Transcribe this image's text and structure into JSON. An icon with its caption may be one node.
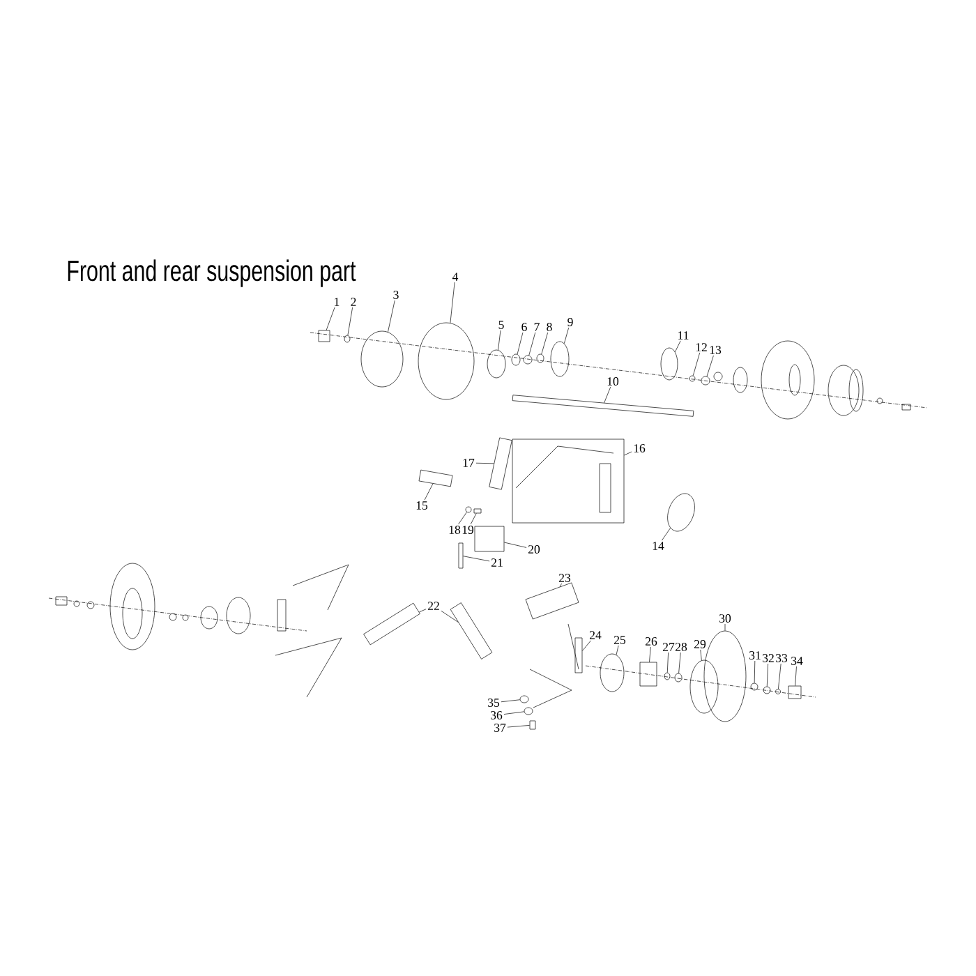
{
  "diagram": {
    "title": "Front and rear suspension part",
    "nodes": [
      {
        "text": [
          "1"
        ]
      },
      {
        "text": [
          "2"
        ]
      },
      {
        "text": [
          "3"
        ]
      },
      {
        "text": [
          "4"
        ]
      },
      {
        "text": [
          "5"
        ]
      },
      {
        "text": [
          "6"
        ]
      },
      {
        "text": [
          "7"
        ]
      },
      {
        "text": [
          "8"
        ]
      },
      {
        "text": [
          "9"
        ]
      },
      {
        "text": [
          "10"
        ]
      },
      {
        "text": [
          "11"
        ]
      },
      {
        "text": [
          "12"
        ]
      },
      {
        "text": [
          "13"
        ]
      },
      {
        "text": [
          "14"
        ]
      },
      {
        "text": [
          "15"
        ]
      },
      {
        "text": [
          "16"
        ]
      },
      {
        "text": [
          "17"
        ]
      },
      {
        "text": [
          "18"
        ]
      },
      {
        "text": [
          "19"
        ]
      },
      {
        "text": [
          "20"
        ]
      },
      {
        "text": [
          "21"
        ]
      },
      {
        "text": [
          "22"
        ]
      },
      {
        "text": [
          "23"
        ]
      },
      {
        "text": [
          "24"
        ]
      },
      {
        "text": [
          "25"
        ]
      },
      {
        "text": [
          "26"
        ]
      },
      {
        "text": [
          "27"
        ]
      },
      {
        "text": [
          "28"
        ]
      },
      {
        "text": [
          "29"
        ]
      },
      {
        "text": [
          "30"
        ]
      },
      {
        "text": [
          "31"
        ]
      },
      {
        "text": [
          "32"
        ]
      },
      {
        "text": [
          "33"
        ]
      },
      {
        "text": [
          "34"
        ]
      },
      {
        "text": [
          "35"
        ]
      },
      {
        "text": [
          "36"
        ]
      },
      {
        "text": [
          "37"
        ]
      },
      {
        "text": [],
        "shape": "box"
      },
      {
        "text": [],
        "shape": "circle"
      },
      {
        "text": [],
        "shape": "circle"
      },
      {
        "text": [],
        "shape": "circle"
      },
      {
        "text": [],
        "shape": "circle"
      },
      {
        "text": [],
        "shape": "circle"
      },
      {
        "text": [],
        "shape": "circle"
      },
      {
        "text": [],
        "shape": "circle"
      },
      {
        "text": [],
        "shape": "circle"
      },
      {
        "text": [],
        "shape": "box"
      },
      {
        "text": [],
        "shape": "circle"
      },
      {
        "text": [],
        "shape": "circle"
      },
      {
        "text": [],
        "shape": "circle"
      },
      {
        "text": [],
        "shape": "circle"
      },
      {
        "text": [],
        "shape": "box"
      },
      {
        "text": [],
        "shape": "box"
      },
      {
        "text": [],
        "shape": "box"
      },
      {
        "text": [],
        "shape": "circle"
      },
      {
        "text": [],
        "shape": "box"
      },
      {
        "text": [],
        "shape": "box"
      },
      {
        "text": [],
        "shape": "box"
      },
      {
        "text": [],
        "shape": "box"
      },
      {
        "text": [],
        "shape": "box"
      },
      {
        "text": [],
        "shape": "box"
      },
      {
        "text": [],
        "shape": "box"
      },
      {
        "text": [],
        "shape": "circle"
      },
      {
        "text": [],
        "shape": "box"
      },
      {
        "text": [],
        "shape": "circle"
      },
      {
        "text": [],
        "shape": "circle"
      },
      {
        "text": [],
        "shape": "circle"
      },
      {
        "text": [],
        "shape": "circle"
      },
      {
        "text": [],
        "shape": "circle"
      },
      {
        "text": [],
        "shape": "circle"
      },
      {
        "text": [],
        "shape": "circle"
      },
      {
        "text": [],
        "shape": "box"
      },
      {
        "text": [],
        "shape": "circle"
      },
      {
        "text": [],
        "shape": "circle"
      },
      {
        "text": [],
        "shape": "box"
      }
    ],
    "edges": [
      {
        "from": 0,
        "to": 37,
        "arrow": "none"
      },
      {
        "from": 1,
        "to": 38,
        "arrow": "none"
      },
      {
        "from": 2,
        "to": 39,
        "arrow": "none"
      },
      {
        "from": 3,
        "to": 40,
        "arrow": "none"
      },
      {
        "from": 4,
        "to": 41,
        "arrow": "none"
      },
      {
        "from": 5,
        "to": 42,
        "arrow": "none"
      },
      {
        "from": 6,
        "to": 43,
        "arrow": "none"
      },
      {
        "from": 7,
        "to": 44,
        "arrow": "none"
      },
      {
        "from": 8,
        "to": 45,
        "arrow": "none"
      },
      {
        "from": 9,
        "to": 46,
        "arrow": "none"
      },
      {
        "from": 10,
        "to": 47,
        "arrow": "none"
      },
      {
        "from": 11,
        "to": 48,
        "arrow": "none"
      },
      {
        "from": 12,
        "to": 49,
        "arrow": "none"
      },
      {
        "from": 13,
        "to": 50,
        "arrow": "none"
      },
      {
        "from": 14,
        "to": 51,
        "arrow": "none"
      },
      {
        "from": 15,
        "to": 52,
        "arrow": "none"
      },
      {
        "from": 16,
        "to": 53,
        "arrow": "none"
      },
      {
        "from": 17,
        "to": 54,
        "arrow": "none"
      },
      {
        "from": 18,
        "to": 55,
        "arrow": "none"
      },
      {
        "from": 19,
        "to": 56,
        "arrow": "none"
      },
      {
        "from": 20,
        "to": 57,
        "arrow": "none"
      },
      {
        "from": 21,
        "to": 58,
        "arrow": "none"
      },
      {
        "from": 21,
        "to": 59,
        "arrow": "none"
      },
      {
        "from": 22,
        "to": 60,
        "arrow": "none"
      },
      {
        "from": 23,
        "to": 61,
        "arrow": "none"
      },
      {
        "from": 24,
        "to": 62,
        "arrow": "none"
      },
      {
        "from": 25,
        "to": 63,
        "arrow": "none"
      },
      {
        "from": 26,
        "to": 64,
        "arrow": "none"
      },
      {
        "from": 27,
        "to": 65,
        "arrow": "none"
      },
      {
        "from": 28,
        "to": 66,
        "arrow": "none"
      },
      {
        "from": 29,
        "to": 67,
        "arrow": "none"
      },
      {
        "from": 30,
        "to": 68,
        "arrow": "none"
      },
      {
        "from": 31,
        "to": 69,
        "arrow": "none"
      },
      {
        "from": 32,
        "to": 70,
        "arrow": "none"
      },
      {
        "from": 33,
        "to": 71,
        "arrow": "none"
      },
      {
        "from": 34,
        "to": 72,
        "arrow": "none"
      },
      {
        "from": 35,
        "to": 73,
        "arrow": "none"
      },
      {
        "from": 36,
        "to": 74,
        "arrow": "none"
      }
    ]
  }
}
